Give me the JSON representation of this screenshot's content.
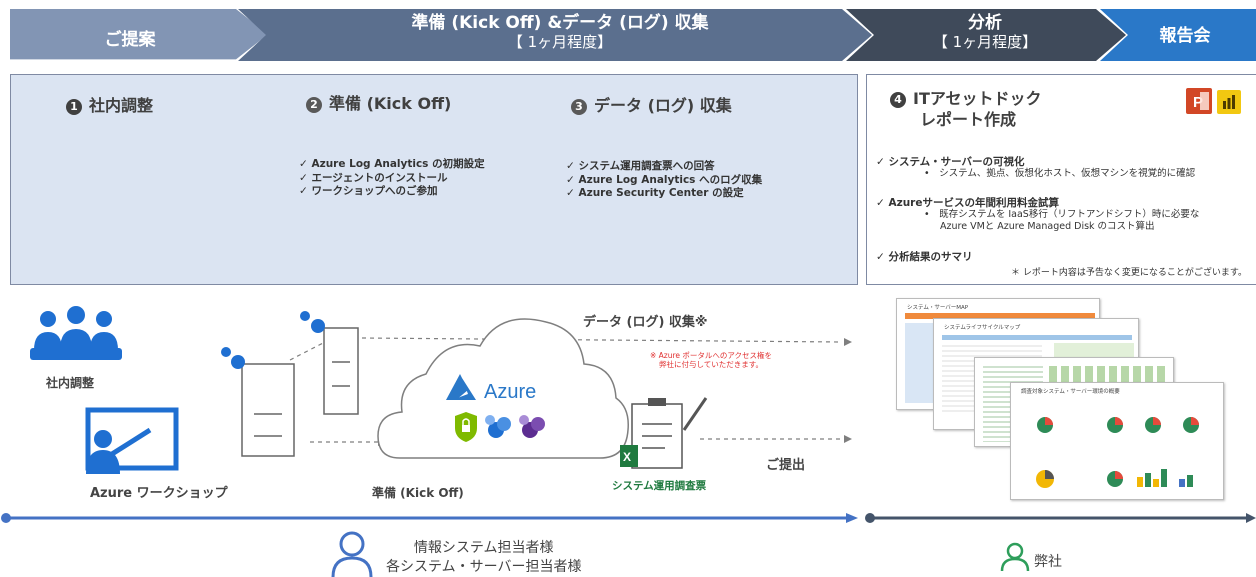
{
  "phases": {
    "proposal": {
      "label": "ご提案",
      "color": "#8295b4"
    },
    "prep": {
      "label": "準備 (Kick Off) &データ (ログ) 収集",
      "sub": "【 1ヶ月程度】",
      "color": "#5b6f8e"
    },
    "analysis": {
      "label": "分析",
      "sub": "【 1ヶ月程度】",
      "color": "#3f4a5a"
    },
    "report": {
      "label": "報告会",
      "color": "#2a78c8"
    }
  },
  "steps": {
    "s1": {
      "num": "1",
      "title": "社内調整"
    },
    "s2": {
      "num": "2",
      "title": "準備 (Kick Off)",
      "items": [
        "Azure Log Analytics の初期設定",
        "エージェントのインストール",
        "ワークショップへのご参加"
      ]
    },
    "s3": {
      "num": "3",
      "title": "データ (ログ) 収集",
      "items": [
        "システム運用調査票への回答",
        "Azure Log Analytics へのログ収集",
        "Azure Security Center の設定"
      ]
    },
    "s4": {
      "num": "4",
      "title_line1": "ITアセットドック",
      "title_line2": "レポート作成",
      "sec1": "システム・サーバーの可視化",
      "sec1_bullet": "•　システム、拠点、仮想化ホスト、仮想マシンを視覚的に確認",
      "sec2": "Azureサービスの年間利用料金試算",
      "sec2_bullet_1": "•　既存システムを IaaS移行（リフトアンドシフト）時に必要な",
      "sec2_bullet_2": "Azure VMと Azure Managed Disk のコスト算出",
      "sec3": "分析結果のサマリ",
      "note": "＊ レポート内容は予告なく変更になることがございます。"
    }
  },
  "flow": {
    "internal": "社内調整",
    "workshop": "Azure ワークショップ",
    "kickoff": "準備 (Kick Off)",
    "azure": "Azure",
    "collect": "データ (ログ) 収集※",
    "notice_1": "※ Azure ポータルへのアクセス権を",
    "notice_2": "弊社に付与していただきます。",
    "survey": "システム運用調査票",
    "submit": "ご提出"
  },
  "reports": {
    "r1": "システム・サーバーMAP",
    "r2": "システムライフサイクルマップ",
    "r4": "調査対象システム・サーバー環境の概要"
  },
  "people": {
    "client_line1": "情報システム担当者様",
    "client_line2": "各システム・サーバー担当者様",
    "vendor": "弊社"
  },
  "colors": {
    "timeline_left": "#4472c4",
    "timeline_right": "#44546a",
    "icon_blue": "#1f6fd1",
    "notice_red": "#e03030",
    "excel_green": "#1f7a3f",
    "ppt_orange": "#d24726",
    "powerbi_yellow": "#f2c811"
  }
}
